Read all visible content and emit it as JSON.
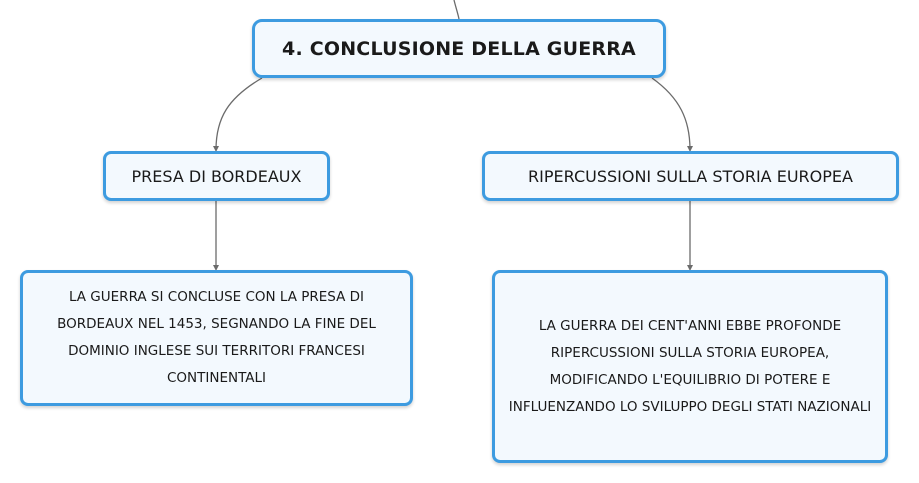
{
  "root": {
    "title": "4. CONCLUSIONE DELLA GUERRA"
  },
  "branches": [
    {
      "title": "PRESA DI BORDEAUX",
      "detail": "LA GUERRA SI CONCLUSE CON LA PRESA DI BORDEAUX NEL 1453, SEGNANDO LA FINE DEL DOMINIO INGLESE SUI TERRITORI FRANCESI CONTINENTALI"
    },
    {
      "title": "RIPERCUSSIONI SULLA STORIA EUROPEA",
      "detail": "LA GUERRA DEI CENT'ANNI EBBE PROFONDE RIPERCUSSIONI SULLA STORIA EUROPEA, MODIFICANDO L'EQUILIBRIO DI POTERE E INFLUENZANDO LO SVILUPPO DEGLI STATI NAZIONALI"
    }
  ],
  "colors": {
    "border": "#3d9be0",
    "fill": "#f3f9fe",
    "connector": "#6b6b6b"
  }
}
